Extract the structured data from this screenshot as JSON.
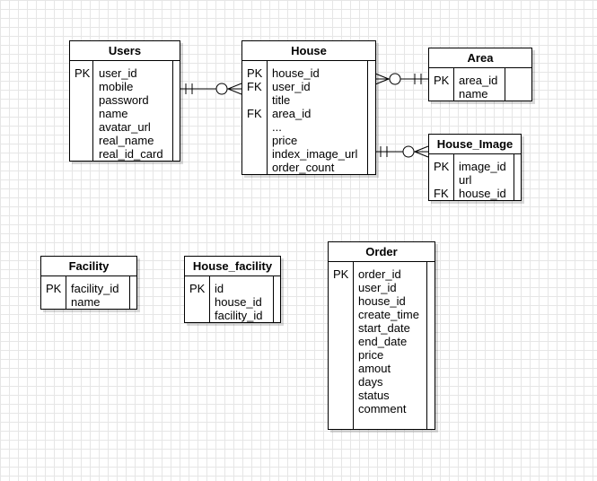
{
  "diagram": {
    "entities": {
      "users": {
        "title": "Users",
        "rows": [
          {
            "key": "PK",
            "field": "user_id"
          },
          {
            "key": "",
            "field": "mobile"
          },
          {
            "key": "",
            "field": "password"
          },
          {
            "key": "",
            "field": "name"
          },
          {
            "key": "",
            "field": "avatar_url"
          },
          {
            "key": "",
            "field": "real_name"
          },
          {
            "key": "",
            "field": "real_id_card"
          }
        ]
      },
      "house": {
        "title": "House",
        "rows": [
          {
            "key": "PK",
            "field": "house_id"
          },
          {
            "key": "FK",
            "field": "user_id"
          },
          {
            "key": "",
            "field": "title"
          },
          {
            "key": "FK",
            "field": "area_id"
          },
          {
            "key": "",
            "field": "..."
          },
          {
            "key": "",
            "field": "price"
          },
          {
            "key": "",
            "field": "index_image_url"
          },
          {
            "key": "",
            "field": "order_count"
          }
        ]
      },
      "area": {
        "title": "Area",
        "rows": [
          {
            "key": "PK",
            "field": "area_id"
          },
          {
            "key": "",
            "field": "name"
          }
        ]
      },
      "house_image": {
        "title": "House_Image",
        "rows": [
          {
            "key": "PK",
            "field": "image_id"
          },
          {
            "key": "",
            "field": "url"
          },
          {
            "key": "FK",
            "field": "house_id"
          }
        ]
      },
      "facility": {
        "title": "Facility",
        "rows": [
          {
            "key": "PK",
            "field": "facility_id"
          },
          {
            "key": "",
            "field": "name"
          }
        ]
      },
      "house_facility": {
        "title": "House_facility",
        "rows": [
          {
            "key": "PK",
            "field": "id"
          },
          {
            "key": "",
            "field": "house_id"
          },
          {
            "key": "",
            "field": "facility_id"
          }
        ]
      },
      "order": {
        "title": "Order",
        "rows": [
          {
            "key": "PK",
            "field": "order_id"
          },
          {
            "key": "",
            "field": "user_id"
          },
          {
            "key": "",
            "field": "house_id"
          },
          {
            "key": "",
            "field": "create_time"
          },
          {
            "key": "",
            "field": "start_date"
          },
          {
            "key": "",
            "field": "end_date"
          },
          {
            "key": "",
            "field": "price"
          },
          {
            "key": "",
            "field": "amout"
          },
          {
            "key": "",
            "field": "days"
          },
          {
            "key": "",
            "field": "status"
          },
          {
            "key": "",
            "field": "comment"
          }
        ]
      }
    },
    "relationships": [
      {
        "from": "users",
        "from_end": "one-and-only-one",
        "to": "house",
        "to_end": "zero-or-many"
      },
      {
        "from": "house",
        "from_end": "zero-or-many",
        "to": "area",
        "to_end": "one-and-only-one"
      },
      {
        "from": "house",
        "from_end": "one-and-only-one",
        "to": "house_image",
        "to_end": "zero-or-many"
      }
    ]
  }
}
